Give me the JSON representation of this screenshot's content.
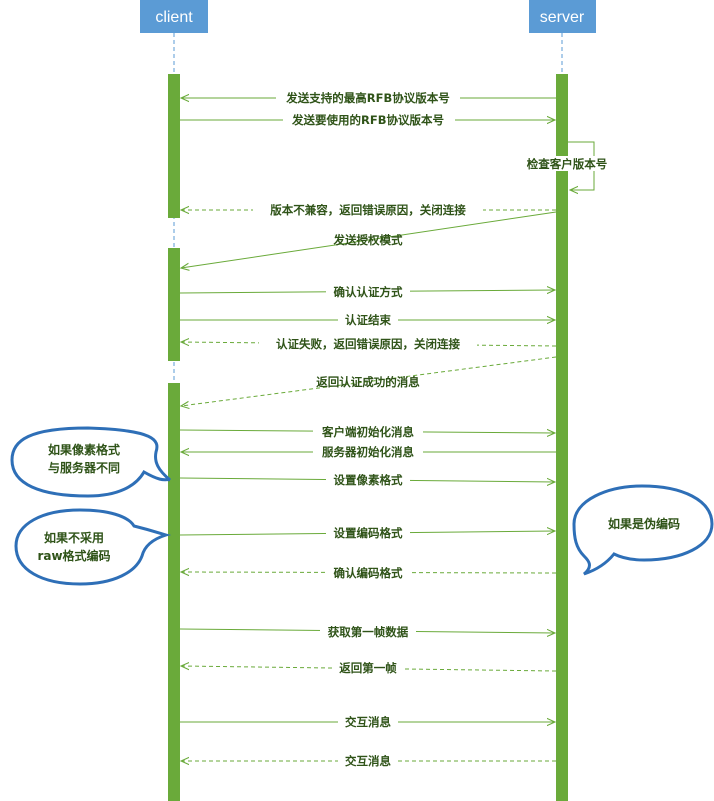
{
  "actors": {
    "client": "client",
    "server": "server"
  },
  "messages": [
    {
      "text": "发送支持的最高RFB协议版本号",
      "dir": "to_client",
      "style": "solid"
    },
    {
      "text": "发送要使用的RFB协议版本号",
      "dir": "to_server",
      "style": "solid"
    },
    {
      "text": "检查客户版本号",
      "dir": "self",
      "style": "solid"
    },
    {
      "text": "版本不兼容，返回错误原因，关闭连接",
      "dir": "to_client",
      "style": "dashed"
    },
    {
      "text": "发送授权模式",
      "dir": "to_client",
      "style": "solid"
    },
    {
      "text": "确认认证方式",
      "dir": "to_server",
      "style": "solid"
    },
    {
      "text": "认证结束",
      "dir": "to_server",
      "style": "solid"
    },
    {
      "text": "认证失败，返回错误原因，关闭连接",
      "dir": "to_client",
      "style": "dashed"
    },
    {
      "text": "返回认证成功的消息",
      "dir": "to_client",
      "style": "dashed"
    },
    {
      "text": "客户端初始化消息",
      "dir": "to_server",
      "style": "solid"
    },
    {
      "text": "服务器初始化消息",
      "dir": "to_client",
      "style": "solid"
    },
    {
      "text": "设置像素格式",
      "dir": "to_server",
      "style": "solid"
    },
    {
      "text": "设置编码格式",
      "dir": "to_server",
      "style": "solid"
    },
    {
      "text": "确认编码格式",
      "dir": "to_client",
      "style": "dashed"
    },
    {
      "text": "获取第一帧数据",
      "dir": "to_server",
      "style": "solid"
    },
    {
      "text": "返回第一帧",
      "dir": "to_client",
      "style": "dashed"
    },
    {
      "text": "交互消息",
      "dir": "to_server",
      "style": "solid"
    },
    {
      "text": "交互消息",
      "dir": "to_client",
      "style": "dashed"
    }
  ],
  "notes": {
    "pixel_format": [
      "如果像素格式",
      "与服务器不同"
    ],
    "raw_encoding": [
      "如果不采用",
      "raw格式编码"
    ],
    "pseudo_encoding": [
      "如果是伪编码"
    ]
  },
  "colors": {
    "actor": "#5b9bd5",
    "activation": "#6aaa3a",
    "arrow": "#6aaa3a",
    "label": "#2f5318",
    "bubble_border": "#2e6fb7"
  }
}
